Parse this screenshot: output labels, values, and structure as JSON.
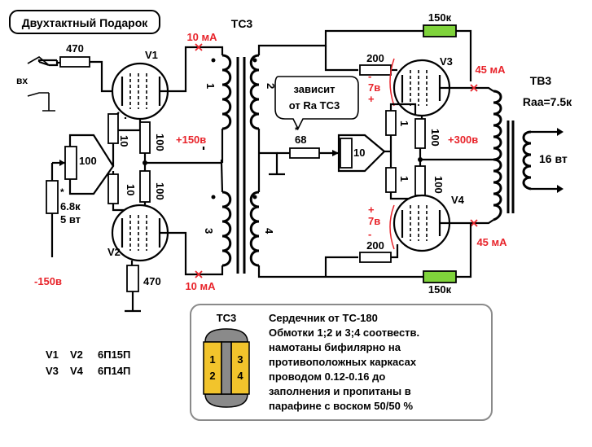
{
  "title": "Двухтактный Подарок",
  "labels": {
    "input": "вх",
    "ts3_top": "ТС3",
    "tv3": "ТВ3",
    "raa": "Raa=7.5к",
    "speaker": "16 вт",
    "v1": "V1",
    "v2": "V2",
    "v3": "V3",
    "v4": "V4",
    "coil1": "1",
    "coil2": "2",
    "coil3": "3",
    "coil4": "4"
  },
  "components": {
    "r_in": "470",
    "r_grid_bottom": "470",
    "pot_100": "100",
    "r_10a": "10",
    "r_10b": "10",
    "r_100a": "100",
    "r_100b": "100",
    "r_68k": "6.8к",
    "r_68k_power": "5 вт",
    "bias_note_mark": "*",
    "r_200_top": "200",
    "r_200_bottom": "200",
    "r_150k_top": "150к",
    "r_150k_bottom": "150к",
    "r_1a": "1",
    "r_1b": "1",
    "r_100c": "100",
    "r_100d": "100",
    "pot_10": "10",
    "r_68": "68",
    "r_68_mark": "*"
  },
  "callout": {
    "line1": "зависит",
    "line2": "от Ra ТС3"
  },
  "measurements": {
    "i_v1": "10 мА",
    "i_v2": "10 мА",
    "i_v3": "45 мА",
    "i_v4": "45 мА",
    "u_plus150": "+150в",
    "u_plus300": "+300в",
    "u_minus150": "-150в",
    "u_7v_top": "7в",
    "u_7v_bottom": "7в",
    "minus_top": "-",
    "plus_top": "+",
    "plus_bottom": "+",
    "minus_bottom": "-"
  },
  "tube_list": {
    "row1_a": "V1",
    "row1_b": "V2",
    "row1_type": "6П15П",
    "row2_a": "V3",
    "row2_b": "V4",
    "row2_type": "6П14П"
  },
  "infobox": {
    "title": "ТС3",
    "bobbin_left_top": "1",
    "bobbin_left_bottom": "2",
    "bobbin_right_top": "3",
    "bobbin_right_bottom": "4",
    "lines": [
      "Сердечник от ТС-180",
      "Обмотки 1;2 и 3;4 соотвеств.",
      "намотаны бифилярно на",
      "противоположных каркасах",
      "проводом 0.12-0.16 до",
      "заполнения и пропитаны в",
      "парафине с воском 50/50 %"
    ]
  },
  "colors": {
    "ink": "#000000",
    "accent_red": "#e8242b",
    "resistor_green": "#7fd33b",
    "bobbin_yellow": "#f2c42c",
    "core_gray": "#8a8a8a"
  }
}
